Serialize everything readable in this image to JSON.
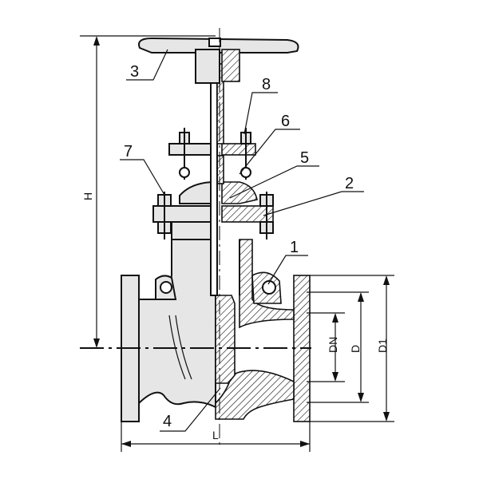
{
  "callouts": [
    "1",
    "2",
    "3",
    "4",
    "5",
    "6",
    "7",
    "8"
  ],
  "dimensions": {
    "height": "H",
    "length": "L",
    "nominal_diameter": "DN",
    "diameter": "D",
    "flange_diameter": "D1"
  }
}
